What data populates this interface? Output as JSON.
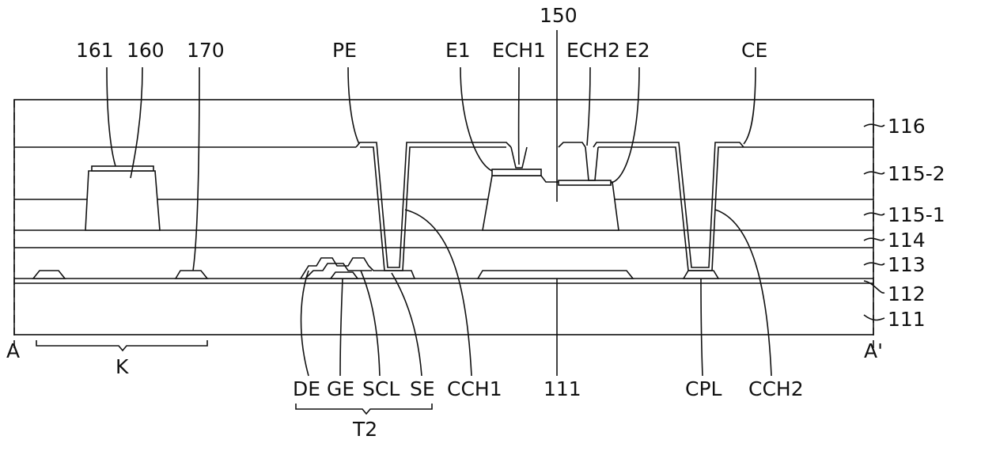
{
  "labels": {
    "top": {
      "l161": "161",
      "l160": "160",
      "l170": "170",
      "lPE": "PE",
      "l150": "150",
      "lE1": "E1",
      "lECH1": "ECH1",
      "lECH2": "ECH2",
      "lE2": "E2",
      "lCE": "CE"
    },
    "right": {
      "l116": "116",
      "l115_2": "115-2",
      "l115_1": "115-1",
      "l114": "114",
      "l113": "113",
      "l112": "112",
      "l111r": "111"
    },
    "bottom": {
      "lA": "A",
      "lAp": "A'",
      "lK": "K",
      "lDE": "DE",
      "lGE": "GE",
      "lSCL": "SCL",
      "lSE": "SE",
      "lCCH1": "CCH1",
      "l111b": "111",
      "lCPL": "CPL",
      "lCCH2": "CCH2",
      "lT2": "T2"
    }
  }
}
